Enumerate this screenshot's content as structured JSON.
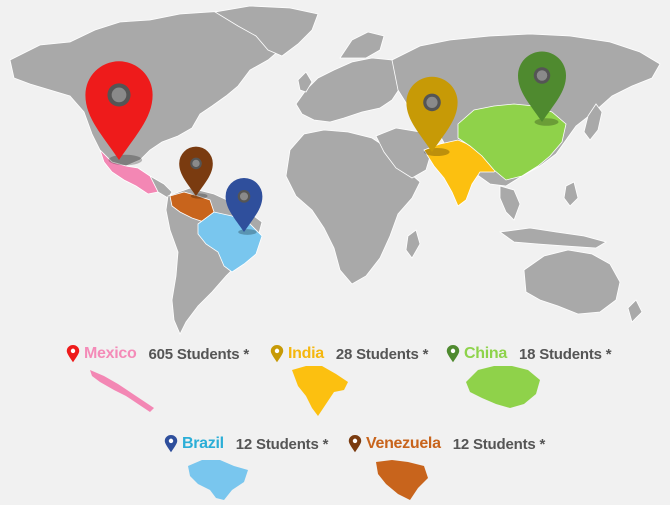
{
  "colors": {
    "background": "#f1f1f1",
    "land": "#a9a9a9",
    "land_stroke": "#ffffff"
  },
  "countries": [
    {
      "key": "mexico",
      "name": "Mexico",
      "students": "605 Students *",
      "color": "#f387b4",
      "pin": "#ee1b1b",
      "name_color": "#f48bb8"
    },
    {
      "key": "india",
      "name": "India",
      "students": "28 Students *",
      "color": "#fcc010",
      "pin": "#c79a06",
      "name_color": "#f5b70e"
    },
    {
      "key": "china",
      "name": "China",
      "students": "18 Students *",
      "color": "#8fd24a",
      "pin": "#4f8a2f",
      "name_color": "#8ed34b"
    },
    {
      "key": "brazil",
      "name": "Brazil",
      "students": "12 Students *",
      "color": "#79c6ee",
      "pin": "#2f4f9c",
      "name_color": "#2baed7"
    },
    {
      "key": "venezuela",
      "name": "Venezuela",
      "students": "12 Students *",
      "color": "#c8641c",
      "pin": "#7a3b10",
      "name_color": "#c8641c"
    }
  ]
}
